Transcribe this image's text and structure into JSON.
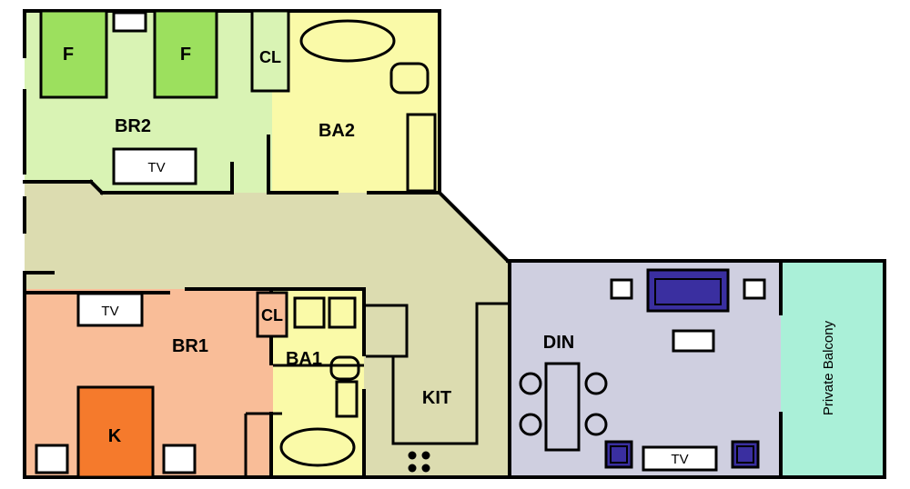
{
  "rooms": {
    "br2": "BR2",
    "ba2": "BA2",
    "br1": "BR1",
    "ba1": "BA1",
    "kit": "KIT",
    "din": "DIN",
    "balcony": "Private Balcony"
  },
  "furniture": {
    "bed_f1": "F",
    "bed_f2": "F",
    "bed_k": "K",
    "closet_br2": "CL",
    "closet_br1": "CL",
    "tv_br2": "TV",
    "tv_br1": "TV",
    "tv_din": "TV"
  },
  "colors": {
    "br2": "#d9f3b4",
    "ba2": "#fafaa8",
    "hall": "#dcdcb0",
    "br1": "#f9bd98",
    "ba1": "#fafaa8",
    "din": "#cfcfe0",
    "balcony": "#aaf0d8",
    "bed_twin": "#9ce05e",
    "bed_king": "#f57a2c",
    "sofa": "#3a2fa0",
    "wall": "#000000"
  }
}
